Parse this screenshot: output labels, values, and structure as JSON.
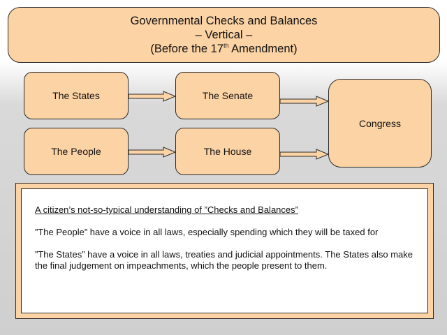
{
  "title": {
    "line1": "Governmental Checks and Balances",
    "line2": "– Vertical –",
    "line3_before": "(Before the 17",
    "line3_sup": "th",
    "line3_after": " Amendment)"
  },
  "nodes": {
    "states": "The States",
    "people": "The People",
    "senate": "The Senate",
    "house": "The House",
    "congress": "Congress"
  },
  "edges": [
    {
      "from": "The States",
      "to": "The Senate"
    },
    {
      "from": "The People",
      "to": "The House"
    },
    {
      "from": "The Senate",
      "to": "Congress"
    },
    {
      "from": "The House",
      "to": "Congress"
    }
  ],
  "colors": {
    "box_fill": "#fcd3a4",
    "border": "#2b2b2b"
  },
  "panel": {
    "heading": "A citizen’s not-so-typical understanding of ”Checks and Balances”",
    "people_text": "”The People” have a voice in all laws, especially spending which they will be taxed for",
    "states_text": "”The States” have a voice in all laws, treaties and judicial appointments. The States also make the final judgement on impeachments, which the people present to them."
  }
}
